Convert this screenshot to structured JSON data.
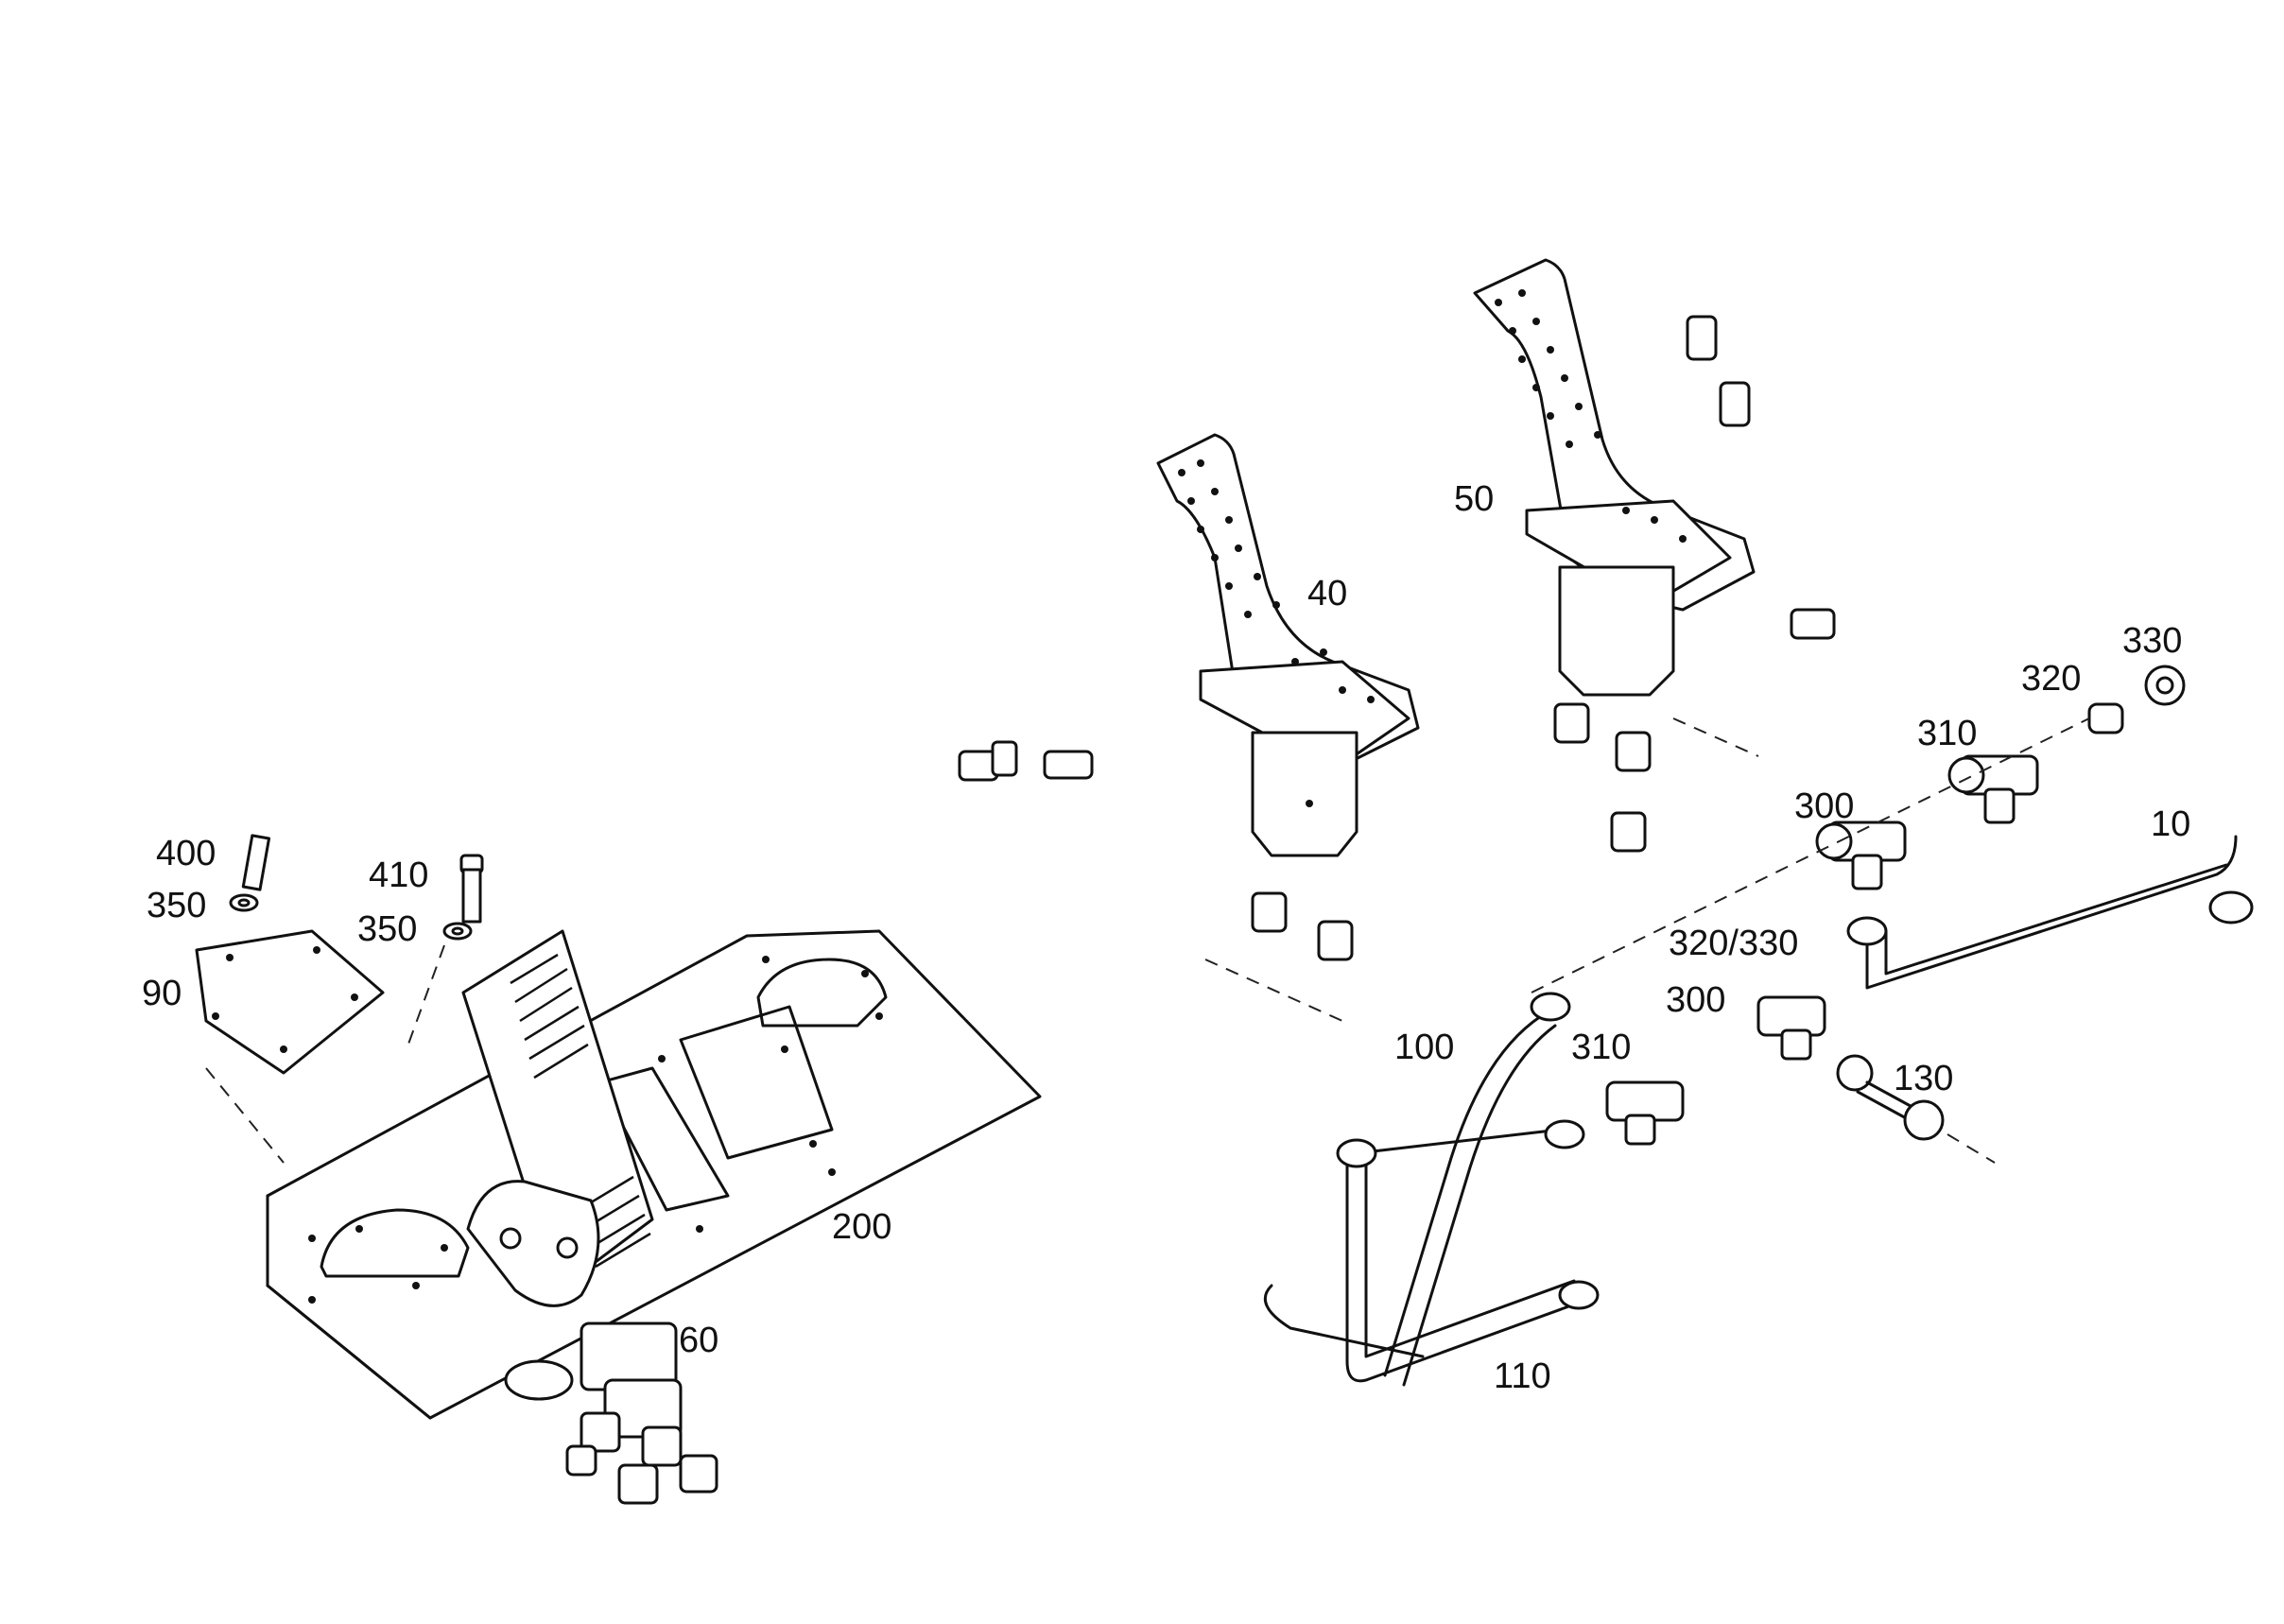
{
  "diagram": {
    "callouts": {
      "c10": "10",
      "c40": "40",
      "c50": "50",
      "c60": "60",
      "c90": "90",
      "c100": "100",
      "c110": "110",
      "c130": "130",
      "c200": "200",
      "c300a": "300",
      "c300b": "300",
      "c310a": "310",
      "c310b": "310",
      "c320": "320",
      "c320_330": "320/330",
      "c330": "330",
      "c350a": "350",
      "c350b": "350",
      "c400": "400",
      "c410": "410"
    },
    "colors": {
      "ink": "#111111",
      "paper": "#ffffff"
    }
  }
}
